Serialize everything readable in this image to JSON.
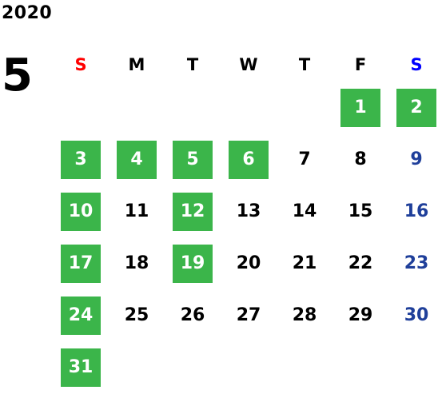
{
  "year": "2020",
  "month": "5",
  "colors": {
    "highlight": "#3bb54a",
    "sunday_header": "#ff0000",
    "saturday_header": "#0000ff",
    "saturday_date": "#1f3f9a",
    "default": "#000000"
  },
  "weekdays": [
    "S",
    "M",
    "T",
    "W",
    "T",
    "F",
    "S"
  ],
  "weeks": [
    [
      null,
      null,
      null,
      null,
      null,
      {
        "day": "1",
        "highlight": true
      },
      {
        "day": "2",
        "highlight": true
      }
    ],
    [
      {
        "day": "3",
        "highlight": true
      },
      {
        "day": "4",
        "highlight": true
      },
      {
        "day": "5",
        "highlight": true
      },
      {
        "day": "6",
        "highlight": true
      },
      {
        "day": "7",
        "highlight": false
      },
      {
        "day": "8",
        "highlight": false
      },
      {
        "day": "9",
        "highlight": false
      }
    ],
    [
      {
        "day": "10",
        "highlight": true
      },
      {
        "day": "11",
        "highlight": false
      },
      {
        "day": "12",
        "highlight": true
      },
      {
        "day": "13",
        "highlight": false
      },
      {
        "day": "14",
        "highlight": false
      },
      {
        "day": "15",
        "highlight": false
      },
      {
        "day": "16",
        "highlight": false
      }
    ],
    [
      {
        "day": "17",
        "highlight": true
      },
      {
        "day": "18",
        "highlight": false
      },
      {
        "day": "19",
        "highlight": true
      },
      {
        "day": "20",
        "highlight": false
      },
      {
        "day": "21",
        "highlight": false
      },
      {
        "day": "22",
        "highlight": false
      },
      {
        "day": "23",
        "highlight": false
      }
    ],
    [
      {
        "day": "24",
        "highlight": true
      },
      {
        "day": "25",
        "highlight": false
      },
      {
        "day": "26",
        "highlight": false
      },
      {
        "day": "27",
        "highlight": false
      },
      {
        "day": "28",
        "highlight": false
      },
      {
        "day": "29",
        "highlight": false
      },
      {
        "day": "30",
        "highlight": false
      }
    ],
    [
      {
        "day": "31",
        "highlight": true
      },
      null,
      null,
      null,
      null,
      null,
      null
    ]
  ]
}
